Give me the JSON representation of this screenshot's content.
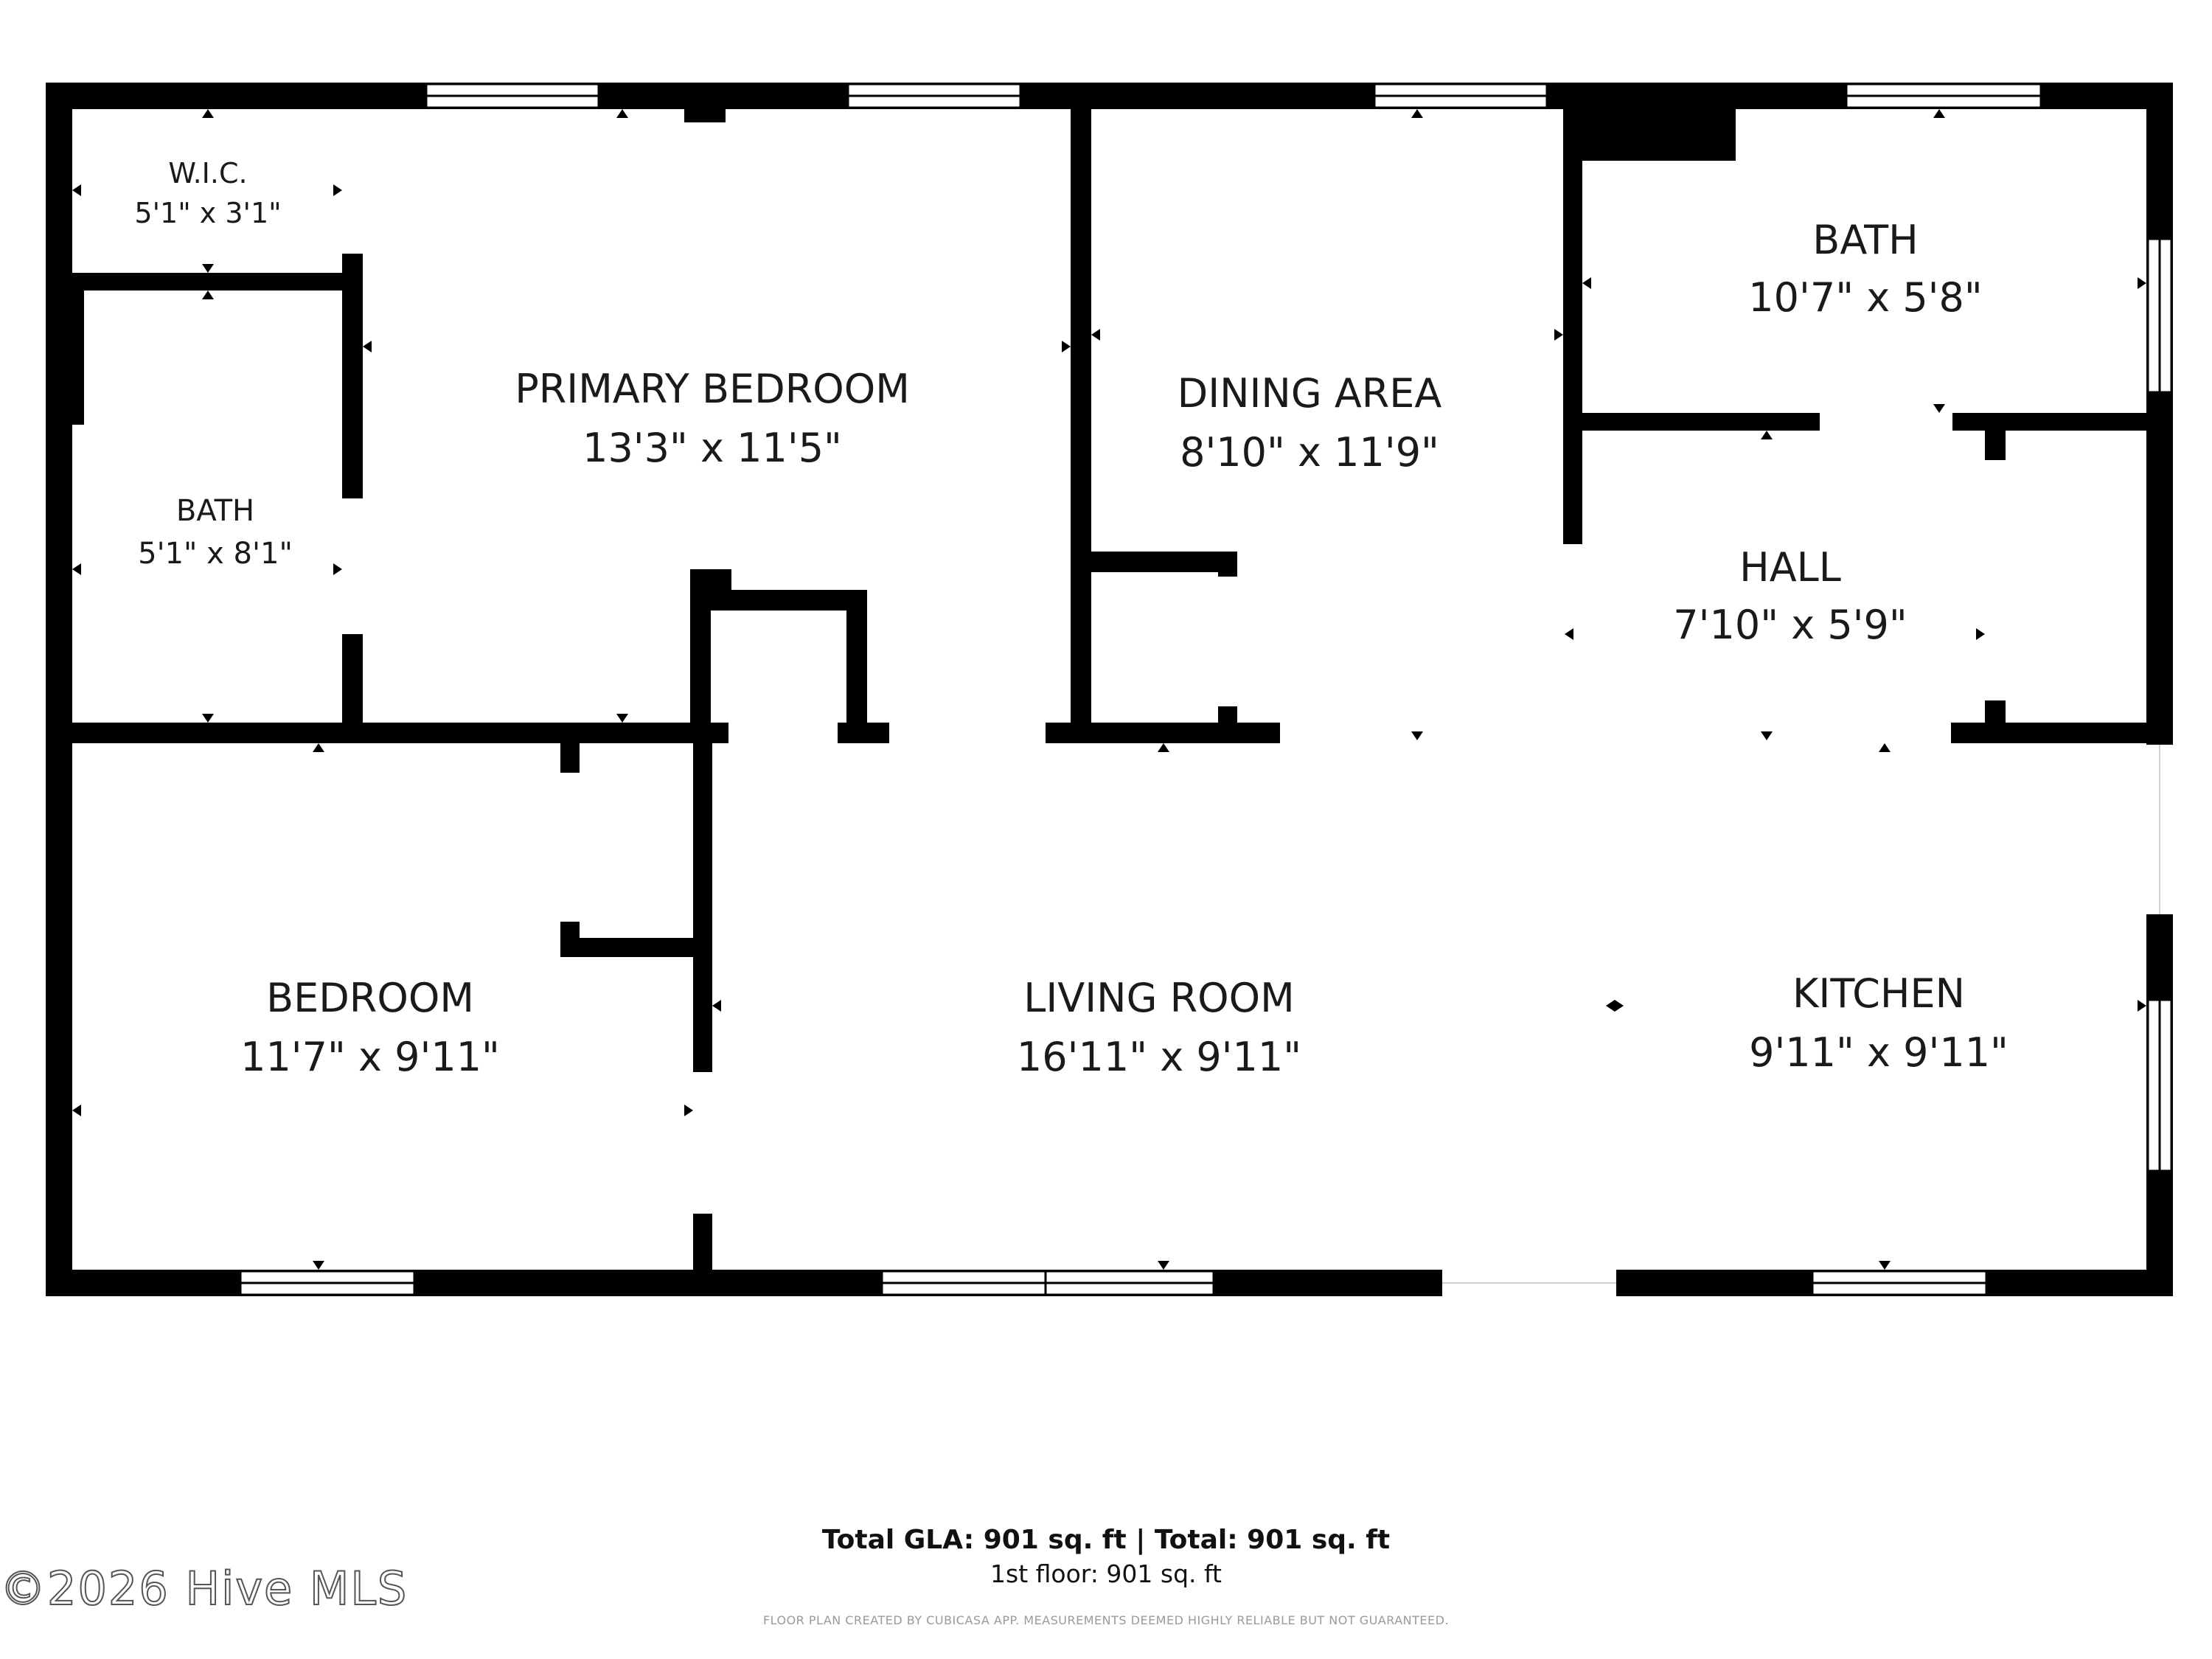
{
  "rooms": {
    "wic": {
      "name": "W.I.C.",
      "dims": "5'1\" x 3'1\""
    },
    "bath_left": {
      "name": "BATH",
      "dims": "5'1\" x 8'1\""
    },
    "primary": {
      "name": "PRIMARY BEDROOM",
      "dims": "13'3\" x 11'5\""
    },
    "dining": {
      "name": "DINING AREA",
      "dims": "8'10\" x 11'9\""
    },
    "bath_right": {
      "name": "BATH",
      "dims": "10'7\" x 5'8\""
    },
    "hall": {
      "name": "HALL",
      "dims": "7'10\" x 5'9\""
    },
    "bedroom": {
      "name": "BEDROOM",
      "dims": "11'7\" x 9'11\""
    },
    "living": {
      "name": "LIVING ROOM",
      "dims": "16'11\" x 9'11\""
    },
    "kitchen": {
      "name": "KITCHEN",
      "dims": "9'11\" x 9'11\""
    }
  },
  "footer": {
    "totals": "Total GLA: 901 sq. ft | Total: 901 sq. ft",
    "floor": "1st floor: 901 sq. ft",
    "disclaimer": "FLOOR PLAN CREATED BY CUBICASA APP. MEASUREMENTS DEEMED HIGHLY RELIABLE BUT NOT GUARANTEED.",
    "watermark": "©2026 Hive MLS"
  },
  "colors": {
    "wall": "#000000",
    "background": "#ffffff",
    "text": "#1a1a1a"
  }
}
